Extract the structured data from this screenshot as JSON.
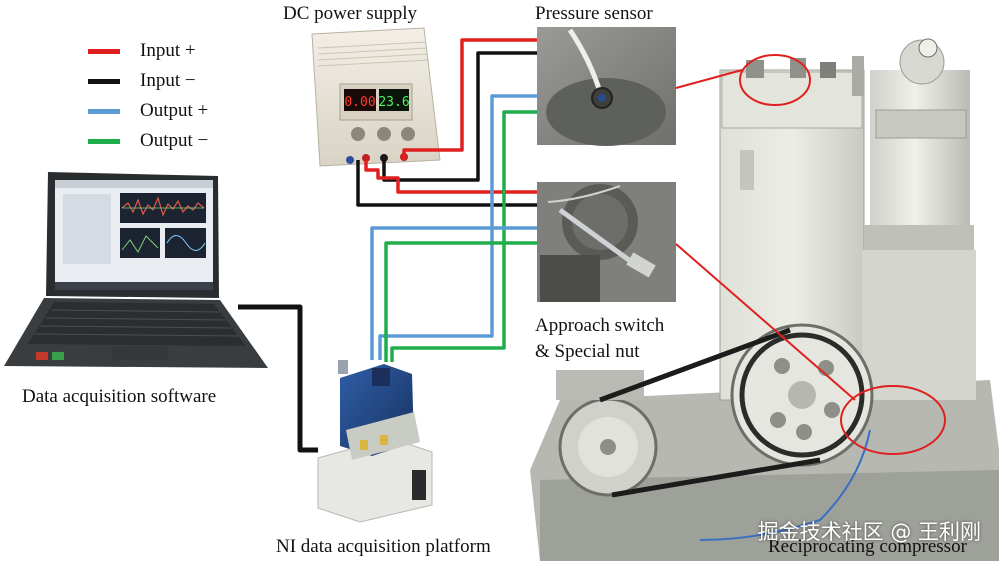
{
  "legend": [
    {
      "label": "Input +",
      "color": "#e02020"
    },
    {
      "label": "Input −",
      "color": "#111111"
    },
    {
      "label": "Output +",
      "color": "#5b9bd5"
    },
    {
      "label": "Output −",
      "color": "#1fae4b"
    }
  ],
  "labels": {
    "dc_power_supply": "DC power supply",
    "pressure_sensor": "Pressure sensor",
    "approach_switch_line1": "Approach switch",
    "approach_switch_line2": "& Special nut",
    "data_acq_software": "Data acquisition  software",
    "ni_platform": "NI data acquisition platform",
    "reciprocating_compressor": "Reciprocating compressor"
  },
  "power_supply_display": {
    "left": "0.00",
    "right": "23.6"
  },
  "watermark": "掘金技术社区 @ 王利刚",
  "colors": {
    "red": "#e02020",
    "black": "#111111",
    "blue": "#5b9bd5",
    "green": "#1fae4b",
    "highlight": "#e02020"
  }
}
